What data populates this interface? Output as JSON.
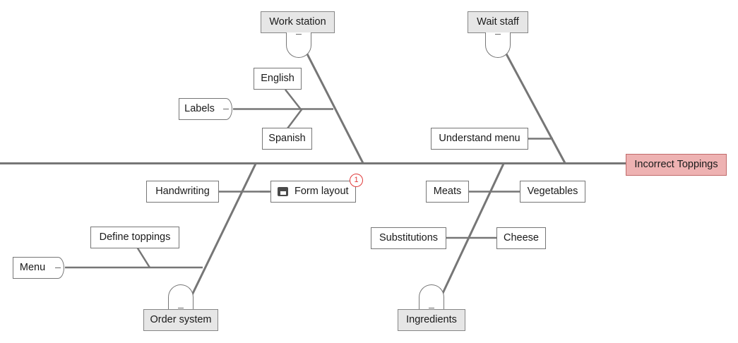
{
  "diagram": {
    "type": "fishbone",
    "head": {
      "label": "Incorrect Toppings",
      "fill": "#eeb2b2",
      "border": "#c06a6a"
    },
    "spine_color": "#767676",
    "collapse_symbol": "–",
    "categories": [
      {
        "name": "work-station",
        "label": "Work station",
        "position": "upper-left",
        "style": "gray",
        "collapsed": false,
        "causes": [
          {
            "name": "labels",
            "label": "Labels",
            "has_collapse": true
          },
          {
            "name": "english",
            "label": "English"
          },
          {
            "name": "spanish",
            "label": "Spanish"
          }
        ]
      },
      {
        "name": "wait-staff",
        "label": "Wait staff",
        "position": "upper-right",
        "style": "gray",
        "collapsed": false,
        "causes": [
          {
            "name": "understand-menu",
            "label": "Understand menu"
          }
        ]
      },
      {
        "name": "order-system",
        "label": "Order system",
        "position": "lower-left",
        "style": "gray",
        "collapsed": false,
        "causes": [
          {
            "name": "handwriting",
            "label": "Handwriting"
          },
          {
            "name": "form-layout",
            "label": "Form layout",
            "icon": "note-icon",
            "badge": "1"
          },
          {
            "name": "define-toppings",
            "label": "Define toppings"
          },
          {
            "name": "menu",
            "label": "Menu",
            "has_collapse": true
          }
        ]
      },
      {
        "name": "ingredients",
        "label": "Ingredients",
        "position": "lower-right",
        "style": "gray",
        "collapsed": false,
        "causes": [
          {
            "name": "meats",
            "label": "Meats"
          },
          {
            "name": "vegetables",
            "label": "Vegetables"
          },
          {
            "name": "substitutions",
            "label": "Substitutions"
          },
          {
            "name": "cheese",
            "label": "Cheese"
          }
        ]
      }
    ]
  },
  "labels": {
    "work_station": "Work station",
    "wait_staff": "Wait staff",
    "order_system": "Order system",
    "ingredients": "Ingredients",
    "labels_box": "Labels",
    "english": "English",
    "spanish": "Spanish",
    "understand_menu": "Understand menu",
    "handwriting": "Handwriting",
    "form_layout": "Form layout",
    "define_toppings": "Define toppings",
    "menu": "Menu",
    "meats": "Meats",
    "vegetables": "Vegetables",
    "substitutions": "Substitutions",
    "cheese": "Cheese",
    "head": "Incorrect Toppings",
    "collapse_dash": "",
    "badge_count": "1"
  }
}
